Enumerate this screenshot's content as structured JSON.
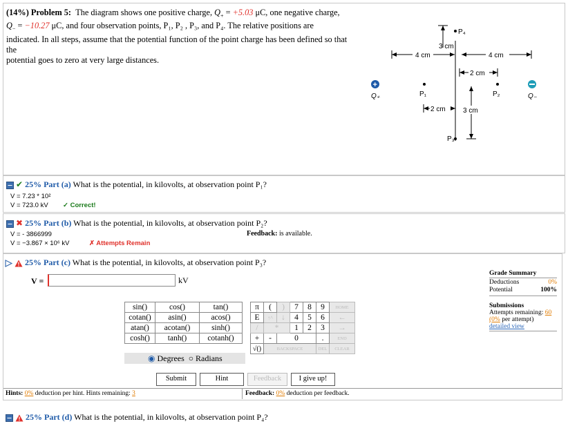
{
  "problem": {
    "label": "(14%) Problem 5:",
    "line1a": "The diagram shows one positive charge, ",
    "qplus_sym": "Q",
    "qplus_sub": "+",
    "qplus_eq": " = ",
    "qplus_val": "+5.03",
    "unit_mc": " μC, one negative charge,",
    "qminus_sym": "Q",
    "qminus_sub": "−",
    "qminus_eq": " = ",
    "qminus_val": "−10.27",
    "line2b": " μC, and four observation points, P₁, P₂ , P₃, and P₄. The relative positions are",
    "line3": "indicated. In all steps, assume that the potential function of the point charge has been defined so that the",
    "line4": "potential goes to zero at very large distances."
  },
  "diagram": {
    "d_3cm_top": "3 cm",
    "d_4cm_left": "4 cm",
    "d_4cm_right": "4 cm",
    "d_2cm_mid": "2 cm",
    "d_2cm_low": "2 cm",
    "d_3cm_low": "3 cm",
    "P1": "P₁",
    "P2": "P₂",
    "P3": "P₃",
    "P4": "P₄",
    "Qp": "Q₊",
    "Qm": "Q₋"
  },
  "part_a": {
    "title": "25% Part (a)",
    "question": " What is the potential, in kilovolts, at observation point P₁?",
    "line1": "V = 7.23 * 10²",
    "line2": "V = 723.0 kV",
    "correct": "✓ Correct!"
  },
  "part_b": {
    "title": "25% Part (b)",
    "question": " What is the potential, in kilovolts, at observation point P₂?",
    "line1": "V = - 3866999",
    "line2": "V = −3.867 × 10⁶ kV",
    "attempts": "✗ Attempts Remain",
    "feedback_label": "Feedback:",
    "feedback_text": " is available."
  },
  "part_c": {
    "title": "25% Part (c)",
    "question": " What is the potential, in kilovolts, at observation point P₃?",
    "v_label": "V =",
    "unit": "kV",
    "input_value": ""
  },
  "grade": {
    "title": "Grade Summary",
    "deductions_label": "Deductions",
    "deductions_value": "0%",
    "potential_label": "Potential",
    "potential_value": "100%",
    "subm_title": "Submissions",
    "attempts_label": "Attempts remaining: ",
    "attempts_value": "60",
    "per_attempt_pct": "(0%",
    "per_attempt_rest": " per attempt)",
    "detailed": "detailed view"
  },
  "calc": {
    "r1": [
      "sin()",
      "cos()",
      "tan()",
      "π",
      "(",
      ")",
      "7",
      "8",
      "9",
      "HOME"
    ],
    "r2": [
      "cotan()",
      "asin()",
      "acos()",
      "E",
      "↑^",
      "↓",
      "4",
      "5",
      "6",
      "←"
    ],
    "r3": [
      "atan()",
      "acotan()",
      "sinh()",
      "/",
      "*",
      "1",
      "2",
      "3",
      "→"
    ],
    "r4": [
      "cosh()",
      "tanh()",
      "cotanh()",
      "+",
      "-",
      "0",
      ".",
      "END"
    ],
    "sqrt": "√()",
    "backspace": "BACKSPACE",
    "del": "DEL",
    "clear": "CLEAR",
    "degrees": "Degrees",
    "radians": "Radians"
  },
  "buttons": {
    "submit": "Submit",
    "hint": "Hint",
    "feedback": "Feedback",
    "giveup": "I give up!"
  },
  "footer": {
    "hints_label": "Hints: ",
    "hints_pct": "0%",
    "hints_text": " deduction per hint. Hints remaining: ",
    "hints_rem": "3",
    "fb_label": "Feedback: ",
    "fb_pct": "0%",
    "fb_text": " deduction per feedback."
  },
  "part_d": {
    "title": "25% Part (d)",
    "question": " What is the potential, in kilovolts, at observation point P₄?"
  },
  "colors": {
    "accent_blue": "#1e5aa8",
    "red": "#e0312b",
    "green": "#1a7a1a",
    "orange": "#e07b00"
  }
}
